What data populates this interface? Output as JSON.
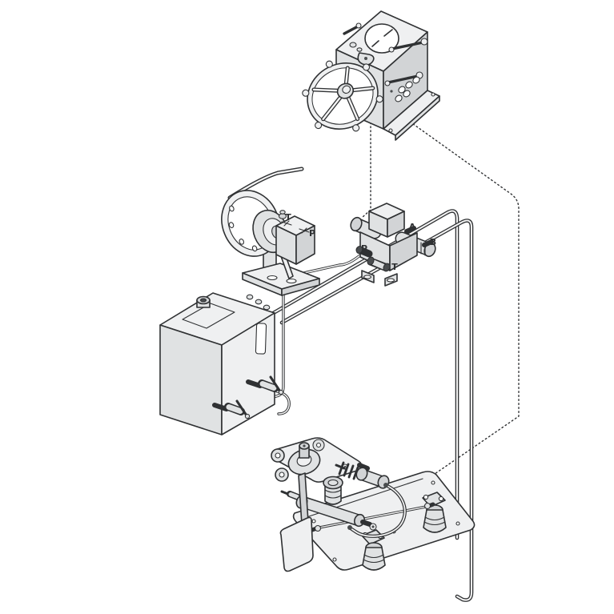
{
  "labels": {
    "pump_t": "T",
    "pump_p": "P",
    "valve_a": "A",
    "valve_b": "B",
    "valve_p": "P",
    "valve_t": "T"
  },
  "palette": {
    "background": "#ffffff",
    "line": "#2f3133",
    "fill_white": "#ffffff",
    "fill_light": "#eff0f1",
    "fill_mid": "#e0e2e3",
    "fill_dark": "#d2d4d6"
  }
}
